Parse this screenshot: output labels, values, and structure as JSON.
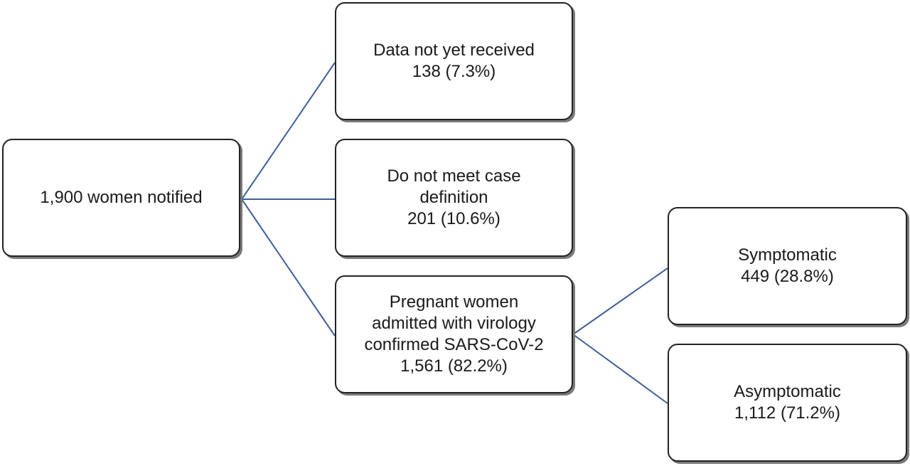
{
  "nodes": {
    "root": {
      "lines": [
        "1,900 women notified"
      ]
    },
    "not_received": {
      "lines": [
        "Data not yet received",
        "138 (7.3%)"
      ]
    },
    "no_case_definition": {
      "lines": [
        "Do not meet case",
        "definition",
        "201 (10.6%)"
      ]
    },
    "pregnant_confirmed": {
      "lines": [
        "Pregnant women",
        "admitted with virology",
        "confirmed SARS-CoV-2",
        "1,561 (82.2%)"
      ]
    },
    "symptomatic": {
      "lines": [
        "Symptomatic",
        "449 (28.8%)"
      ]
    },
    "asymptomatic": {
      "lines": [
        "Asymptomatic",
        "1,112 (71.2%)"
      ]
    }
  },
  "edges": [
    [
      "root",
      "not_received"
    ],
    [
      "root",
      "no_case_definition"
    ],
    [
      "root",
      "pregnant_confirmed"
    ],
    [
      "pregnant_confirmed",
      "symptomatic"
    ],
    [
      "pregnant_confirmed",
      "asymptomatic"
    ]
  ],
  "colors": {
    "connector": "#3f5f97",
    "box_border": "#222222",
    "box_shadow": "#7a7a7a"
  }
}
